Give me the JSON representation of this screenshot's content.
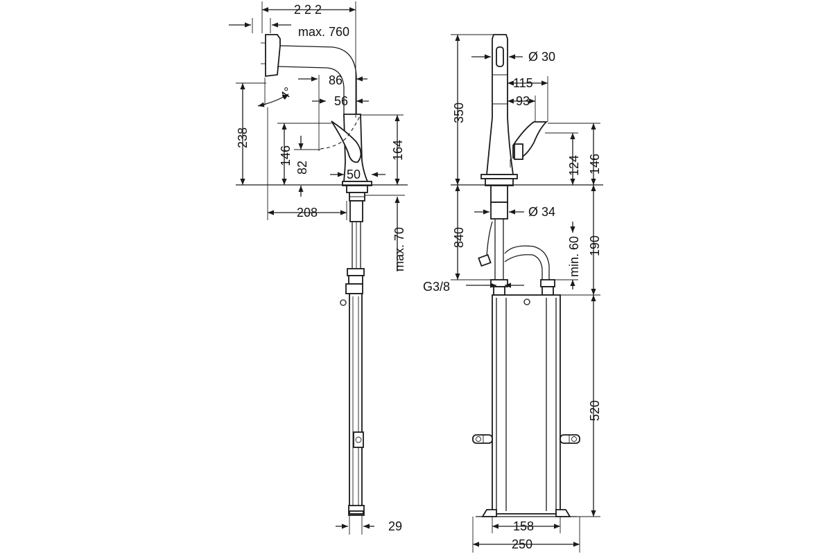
{
  "side_view": {
    "dims": {
      "width_222": "2 2 2",
      "max_760": "max. 760",
      "angle_4": "4°",
      "d_86": "86",
      "d_56": "56",
      "h_238": "238",
      "h_146": "146",
      "h_82": "82",
      "h_164": "164",
      "d_50": "50",
      "d_208": "208",
      "max_70": "max. 70",
      "d_29": "29"
    }
  },
  "front_view": {
    "dims": {
      "dia_30": "Ø 30",
      "d_115": "115",
      "d_93": "93",
      "h_350": "350",
      "h_124": "124",
      "h_146": "146",
      "dia_34": "Ø 34",
      "h_840": "840",
      "min_60": "min. 60",
      "h_190": "190",
      "g38": "G3/8",
      "h_520": "520",
      "w_158": "158",
      "w_250": "250"
    }
  }
}
